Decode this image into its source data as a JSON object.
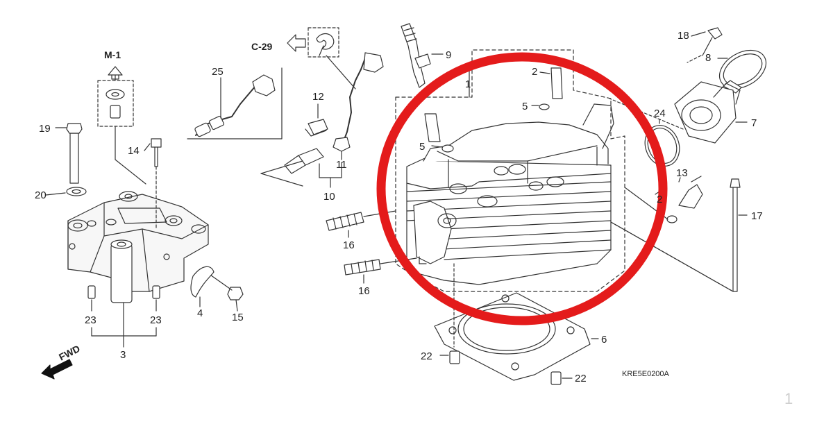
{
  "diagram": {
    "drawing_code": "KRE5E0200A",
    "refs": {
      "m1": "M-1",
      "c29": "C-29"
    },
    "fwd_label": "FWD",
    "corner_mark": "1",
    "highlight_color": "#e41b1b",
    "line_color": "#333333",
    "callouts": {
      "c1": "1",
      "c2": "2",
      "c2b": "2",
      "c3": "3",
      "c4": "4",
      "c5a": "5",
      "c5b": "5",
      "c6": "6",
      "c7": "7",
      "c8": "8",
      "c9": "9",
      "c10": "10",
      "c11": "11",
      "c12": "12",
      "c13": "13",
      "c14": "14",
      "c15": "15",
      "c16a": "16",
      "c16b": "16",
      "c17": "17",
      "c18": "18",
      "c19": "19",
      "c20": "20",
      "c22a": "22",
      "c22b": "22",
      "c23a": "23",
      "c23b": "23",
      "c24": "24",
      "c25": "25"
    }
  }
}
